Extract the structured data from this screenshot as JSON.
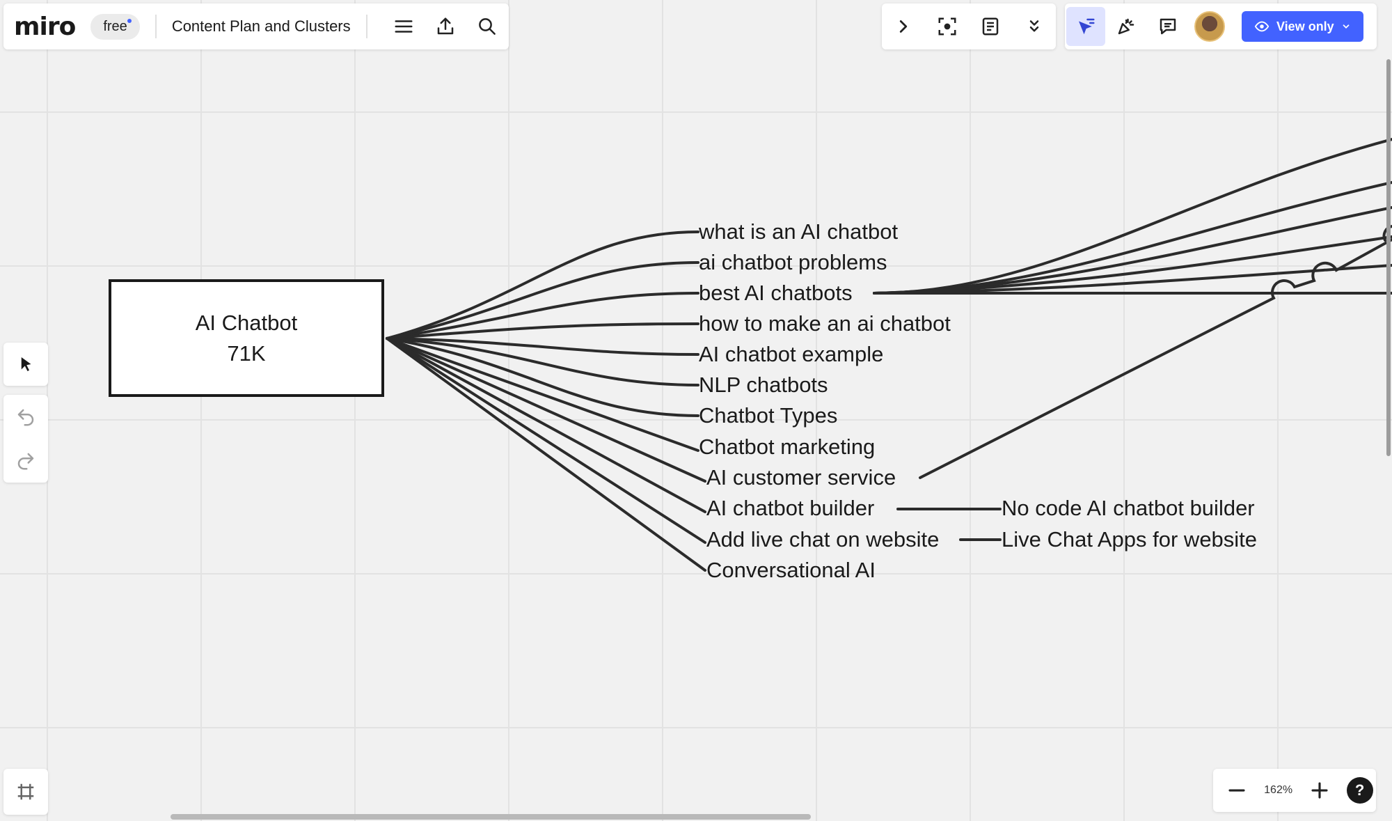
{
  "app": {
    "logo": "miro",
    "plan": "free",
    "board_title": "Content Plan and Clusters",
    "view_mode": "View only",
    "zoom": "162%",
    "help": "?",
    "accent_color": "#4262ff"
  },
  "icons": {
    "toolbar_left": [
      "menu-icon",
      "upload-icon",
      "search-icon"
    ],
    "toolbar_mid": [
      "chevron-right-icon",
      "focus-icon",
      "notes-icon",
      "chevrons-down-icon"
    ],
    "toolbar_right": [
      "select-cursor-icon",
      "celebrate-icon",
      "comment-icon"
    ],
    "left_tools": [
      "cursor-icon",
      "undo-icon",
      "redo-icon"
    ],
    "bottom_left": [
      "frames-icon"
    ],
    "zoom": [
      "zoom-out-icon",
      "zoom-in-icon"
    ]
  },
  "mindmap": {
    "root": {
      "title": "AI Chatbot",
      "volume": "71K"
    },
    "children": [
      {
        "label": "what is an AI chatbot"
      },
      {
        "label": "ai chatbot problems"
      },
      {
        "label": "best AI chatbots"
      },
      {
        "label": "how to make an ai chatbot"
      },
      {
        "label": "AI chatbot example"
      },
      {
        "label": "NLP chatbots"
      },
      {
        "label": "Chatbot Types"
      },
      {
        "label": "Chatbot marketing"
      },
      {
        "label": "AI customer service"
      },
      {
        "label": "AI chatbot builder",
        "child": "No code AI chatbot builder"
      },
      {
        "label": "Add live chat on website",
        "child": "Live Chat Apps for website"
      },
      {
        "label": "Conversational AI"
      }
    ]
  }
}
